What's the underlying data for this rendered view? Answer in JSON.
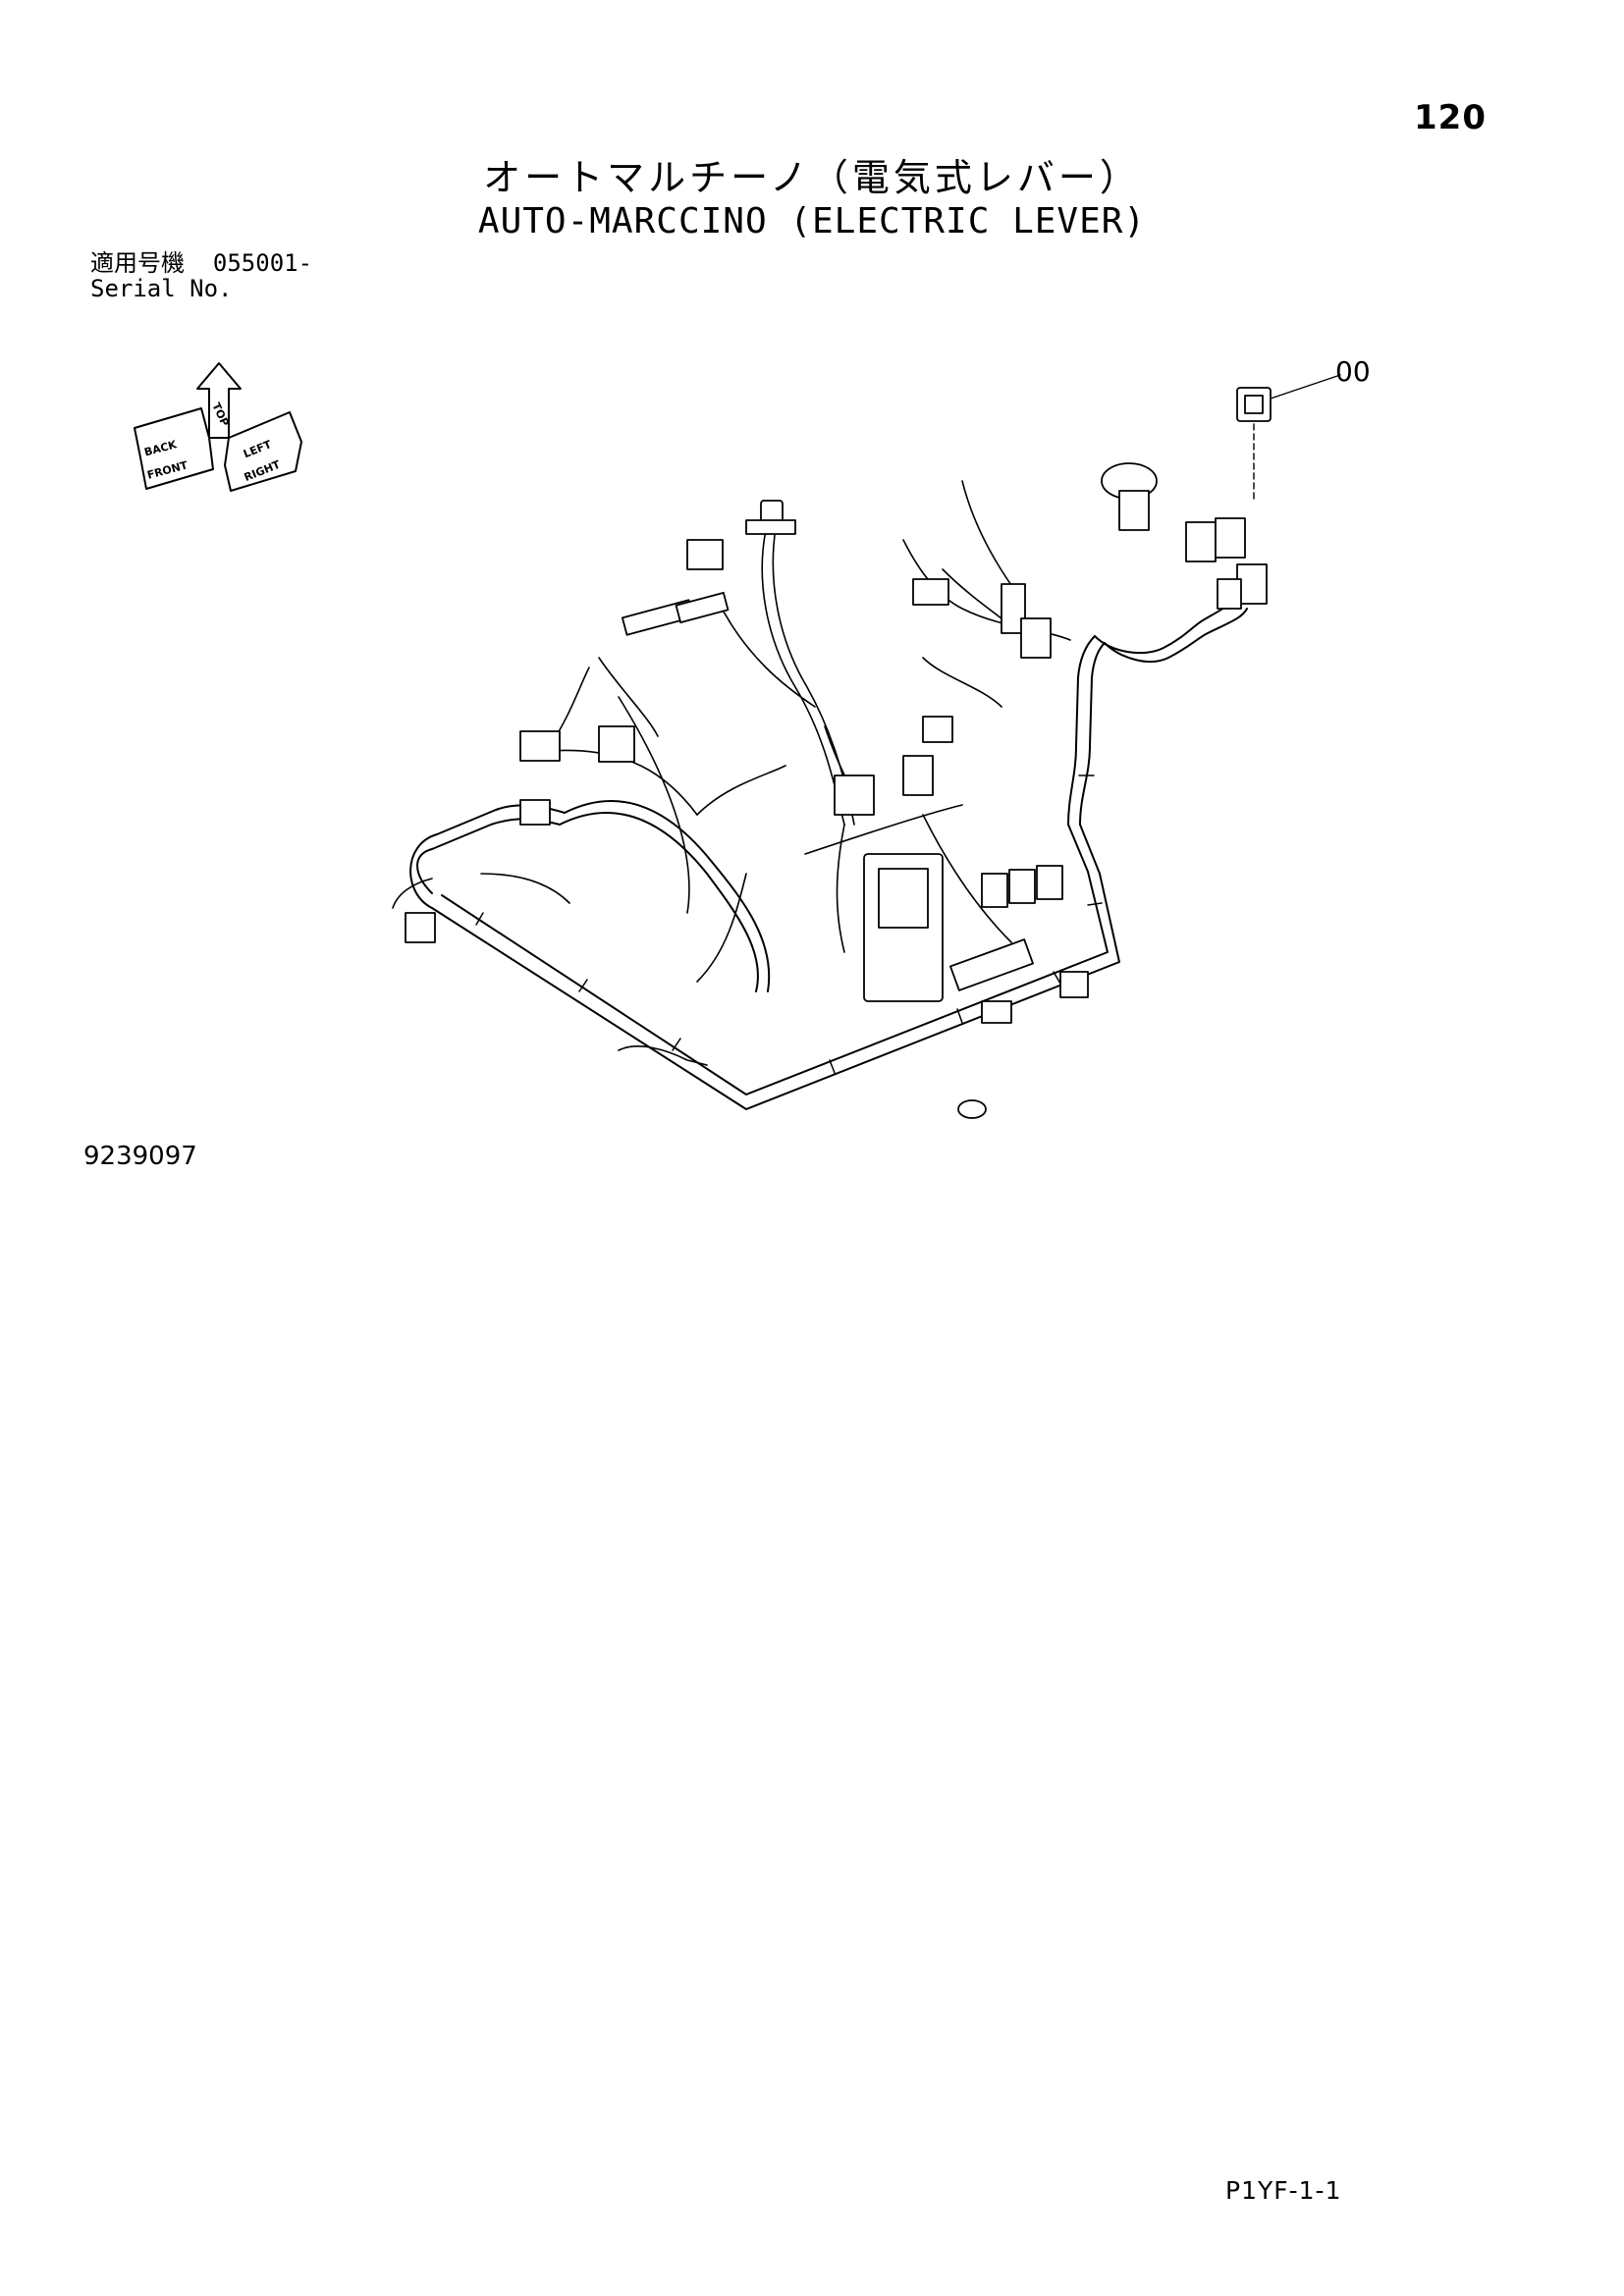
{
  "page": {
    "number": "120",
    "title_jp": "オートマルチーノ（電気式レバー）",
    "title_en": "AUTO-MARCCINO (ELECTRIC LEVER)",
    "serial": {
      "label_jp": "適用号機",
      "value": "055001-",
      "label_en": "Serial No."
    },
    "orientation": {
      "top": "TOP",
      "front": "FRONT",
      "right": "RIGHT",
      "back": "BACK",
      "left": "LEFT"
    },
    "callouts": [
      "00"
    ],
    "drawing_number": "9239097",
    "sheet_id": "P1YF-1-1"
  }
}
